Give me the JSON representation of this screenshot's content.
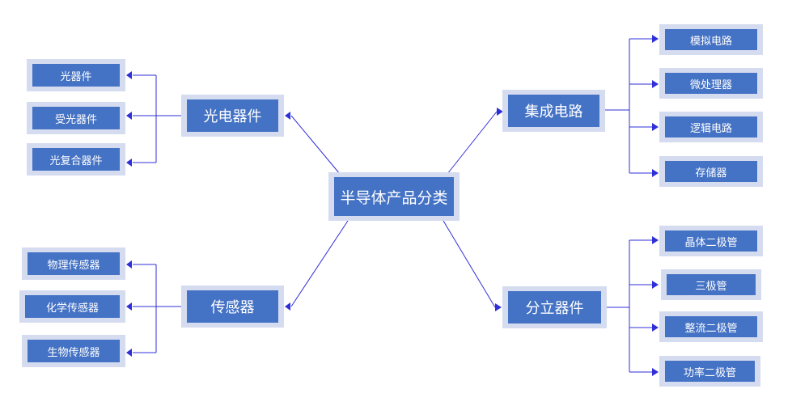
{
  "center": {
    "label": "半导体产品分类"
  },
  "branches": [
    {
      "label": "光电器件",
      "children": [
        "光器件",
        "受光器件",
        "光复合器件"
      ]
    },
    {
      "label": "集成电路",
      "children": [
        "模拟电路",
        "微处理器",
        "逻辑电路",
        "存储器"
      ]
    },
    {
      "label": "传感器",
      "children": [
        "物理传感器",
        "化学传感器",
        "生物传感器"
      ]
    },
    {
      "label": "分立器件",
      "children": [
        "晶体二极管",
        "三极管",
        "整流二极管",
        "功率二极管"
      ]
    }
  ],
  "colors": {
    "box_fill": "#4472c4",
    "box_border": "#d6dcf0",
    "connector": "#2f2fd8",
    "text": "#ffffff"
  }
}
